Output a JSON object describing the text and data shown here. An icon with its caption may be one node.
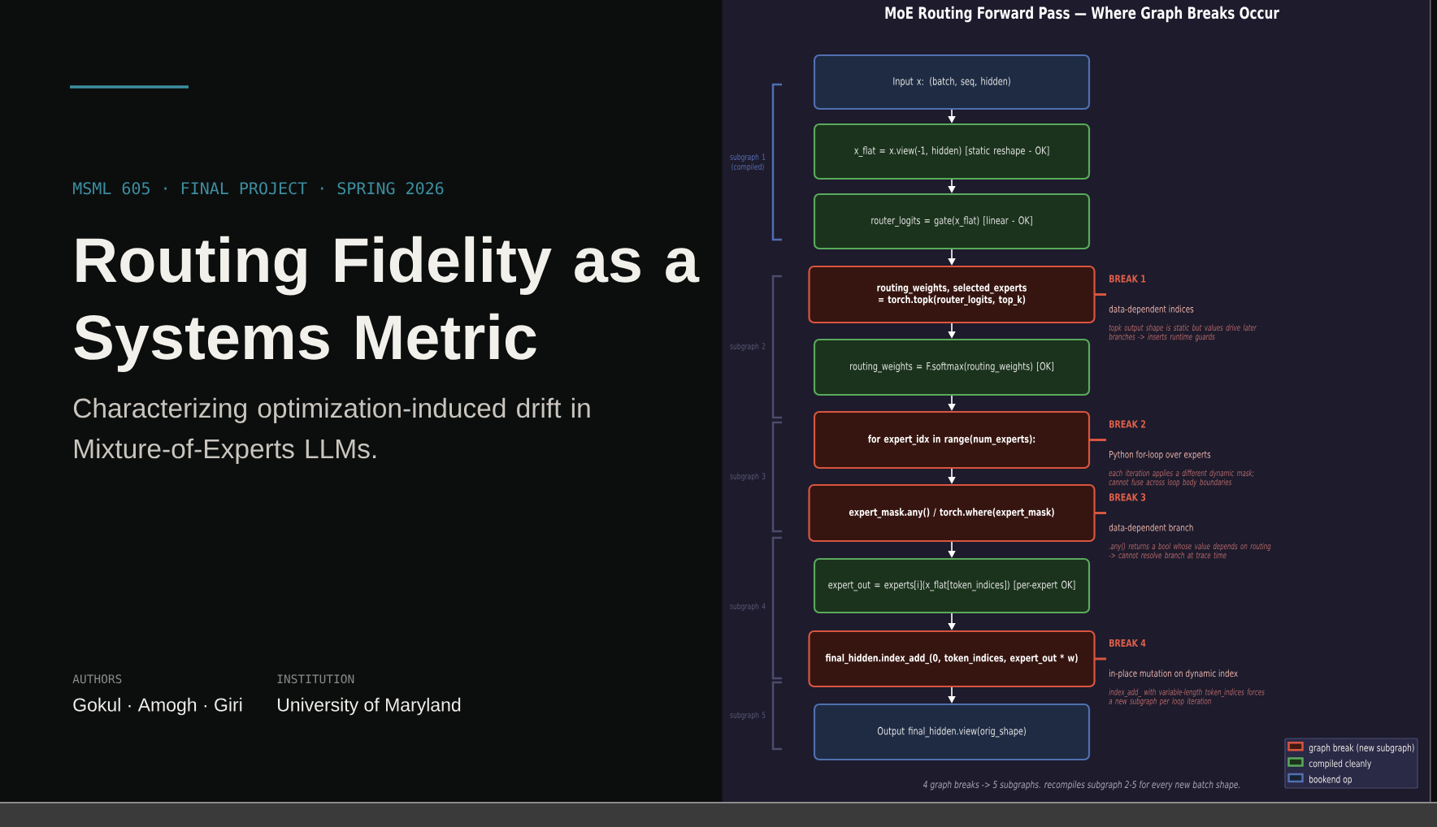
{
  "diagram": {
    "title": "MoE Routing Forward Pass — Where Graph Breaks Occur",
    "caption": "4 graph breaks -> 5 subgraphs. recompiles subgraph 2-5 for every new batch shape.",
    "nodes": [
      {
        "text": [
          "Input x: (batch, seq, hidden)"
        ]
      },
      {
        "text": [
          "x_flat = x.view(-1, hidden) [static reshape - OK]"
        ]
      },
      {
        "text": [
          "router_logits = gate(x_flat) [linear - OK]"
        ]
      },
      {
        "text": [
          "routing_weights, selected_experts = torch.topk(router_logits, top_k)"
        ],
        "beside": [
          "BREAK 1",
          "data-dependent indices",
          "topk output shape is static but values drive later branches -> inserts runtime guards"
        ]
      },
      {
        "text": [
          "routing_weights = F.softmax(routing_weights) [OK]"
        ]
      },
      {
        "text": [
          "for expert_idx in range(num_experts):"
        ],
        "beside": [
          "BREAK 2",
          "Python for-loop over experts",
          "each iteration applies a different dynamic mask; cannot fuse across loop body boundaries"
        ]
      },
      {
        "text": [
          "expert_mask.any() / torch.where(expert_mask)"
        ],
        "beside": [
          "BREAK 3",
          "data-dependent branch",
          ".any() returns a bool whose value depends on routing -> cannot resolve branch at trace time"
        ]
      },
      {
        "text": [
          "expert_out = experts[i](x_flat[token_indices]) [per-expert OK]"
        ]
      },
      {
        "text": [
          "final_hidden.index_add_(0, token_indices, expert_out * w)"
        ],
        "beside": [
          "BREAK 4",
          "in-place mutation on dynamic index",
          "index_add_ with variable-length token_indices forces a new subgraph per loop iteration"
        ]
      },
      {
        "text": [
          "Output final_hidden.view(orig_shape)"
        ]
      }
    ],
    "edges": [
      {
        "from": 0,
        "to": 1,
        "arrow": "to"
      },
      {
        "from": 1,
        "to": 2,
        "arrow": "to"
      },
      {
        "from": 2,
        "to": 3,
        "arrow": "to"
      },
      {
        "from": 3,
        "to": 4,
        "arrow": "to"
      },
      {
        "from": 4,
        "to": 5,
        "arrow": "to"
      },
      {
        "from": 5,
        "to": 6,
        "arrow": "to"
      },
      {
        "from": 6,
        "to": 7,
        "arrow": "to"
      },
      {
        "from": 7,
        "to": 8,
        "arrow": "to"
      },
      {
        "from": 8,
        "to": 9,
        "arrow": "to"
      }
    ],
    "labels": [
      "MSML 605 · FINAL PROJECT · SPRING 2026",
      "Routing Fidelity as a Systems Metric",
      "Characterizing optimization-induced drift in Mixture-of-Experts LLMs.",
      "AUTHORS",
      "Gokul · Amogh · Giri",
      "INSTITUTION",
      "University of Maryland",
      "subgraph 1 (compiled)",
      "subgraph 2",
      "subgraph 3",
      "subgraph 4",
      "subgraph 5"
    ],
    "legend": [
      {
        "text": "graph break (new subgraph)",
        "color": "#d9553f"
      },
      {
        "text": "compiled cleanly",
        "color": "#5aaa5c"
      },
      {
        "text": "bookend op",
        "color": "#5070b0"
      }
    ]
  }
}
